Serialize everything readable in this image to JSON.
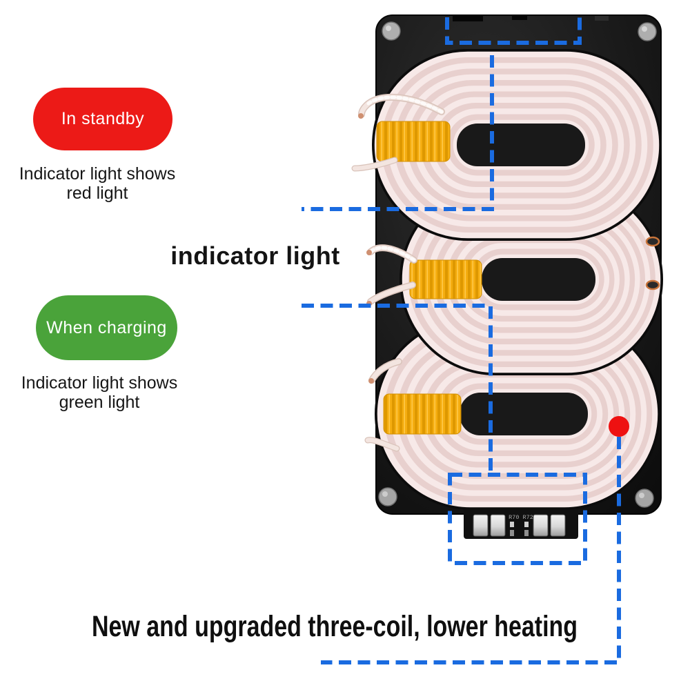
{
  "badges": {
    "standby": {
      "label": "In standby",
      "caption_line1": "Indicator light shows",
      "caption_line2": "red light",
      "color": "#ec1a17"
    },
    "charging": {
      "label": "When charging",
      "caption_line1": "Indicator light shows",
      "caption_line2": "green light",
      "color": "#4aa33a"
    }
  },
  "labels": {
    "indicator_light": "indicator light",
    "headline": "New and upgraded three-coil, lower heating"
  },
  "board": {
    "coil_count": 3,
    "silkscreen_text": "R70 R72",
    "indicator_dot_color": "#ee1111",
    "annotation_line_color": "#1a6be0",
    "coil_wire_color": "#f2e2e1",
    "tape_color": "#f5ad10"
  }
}
